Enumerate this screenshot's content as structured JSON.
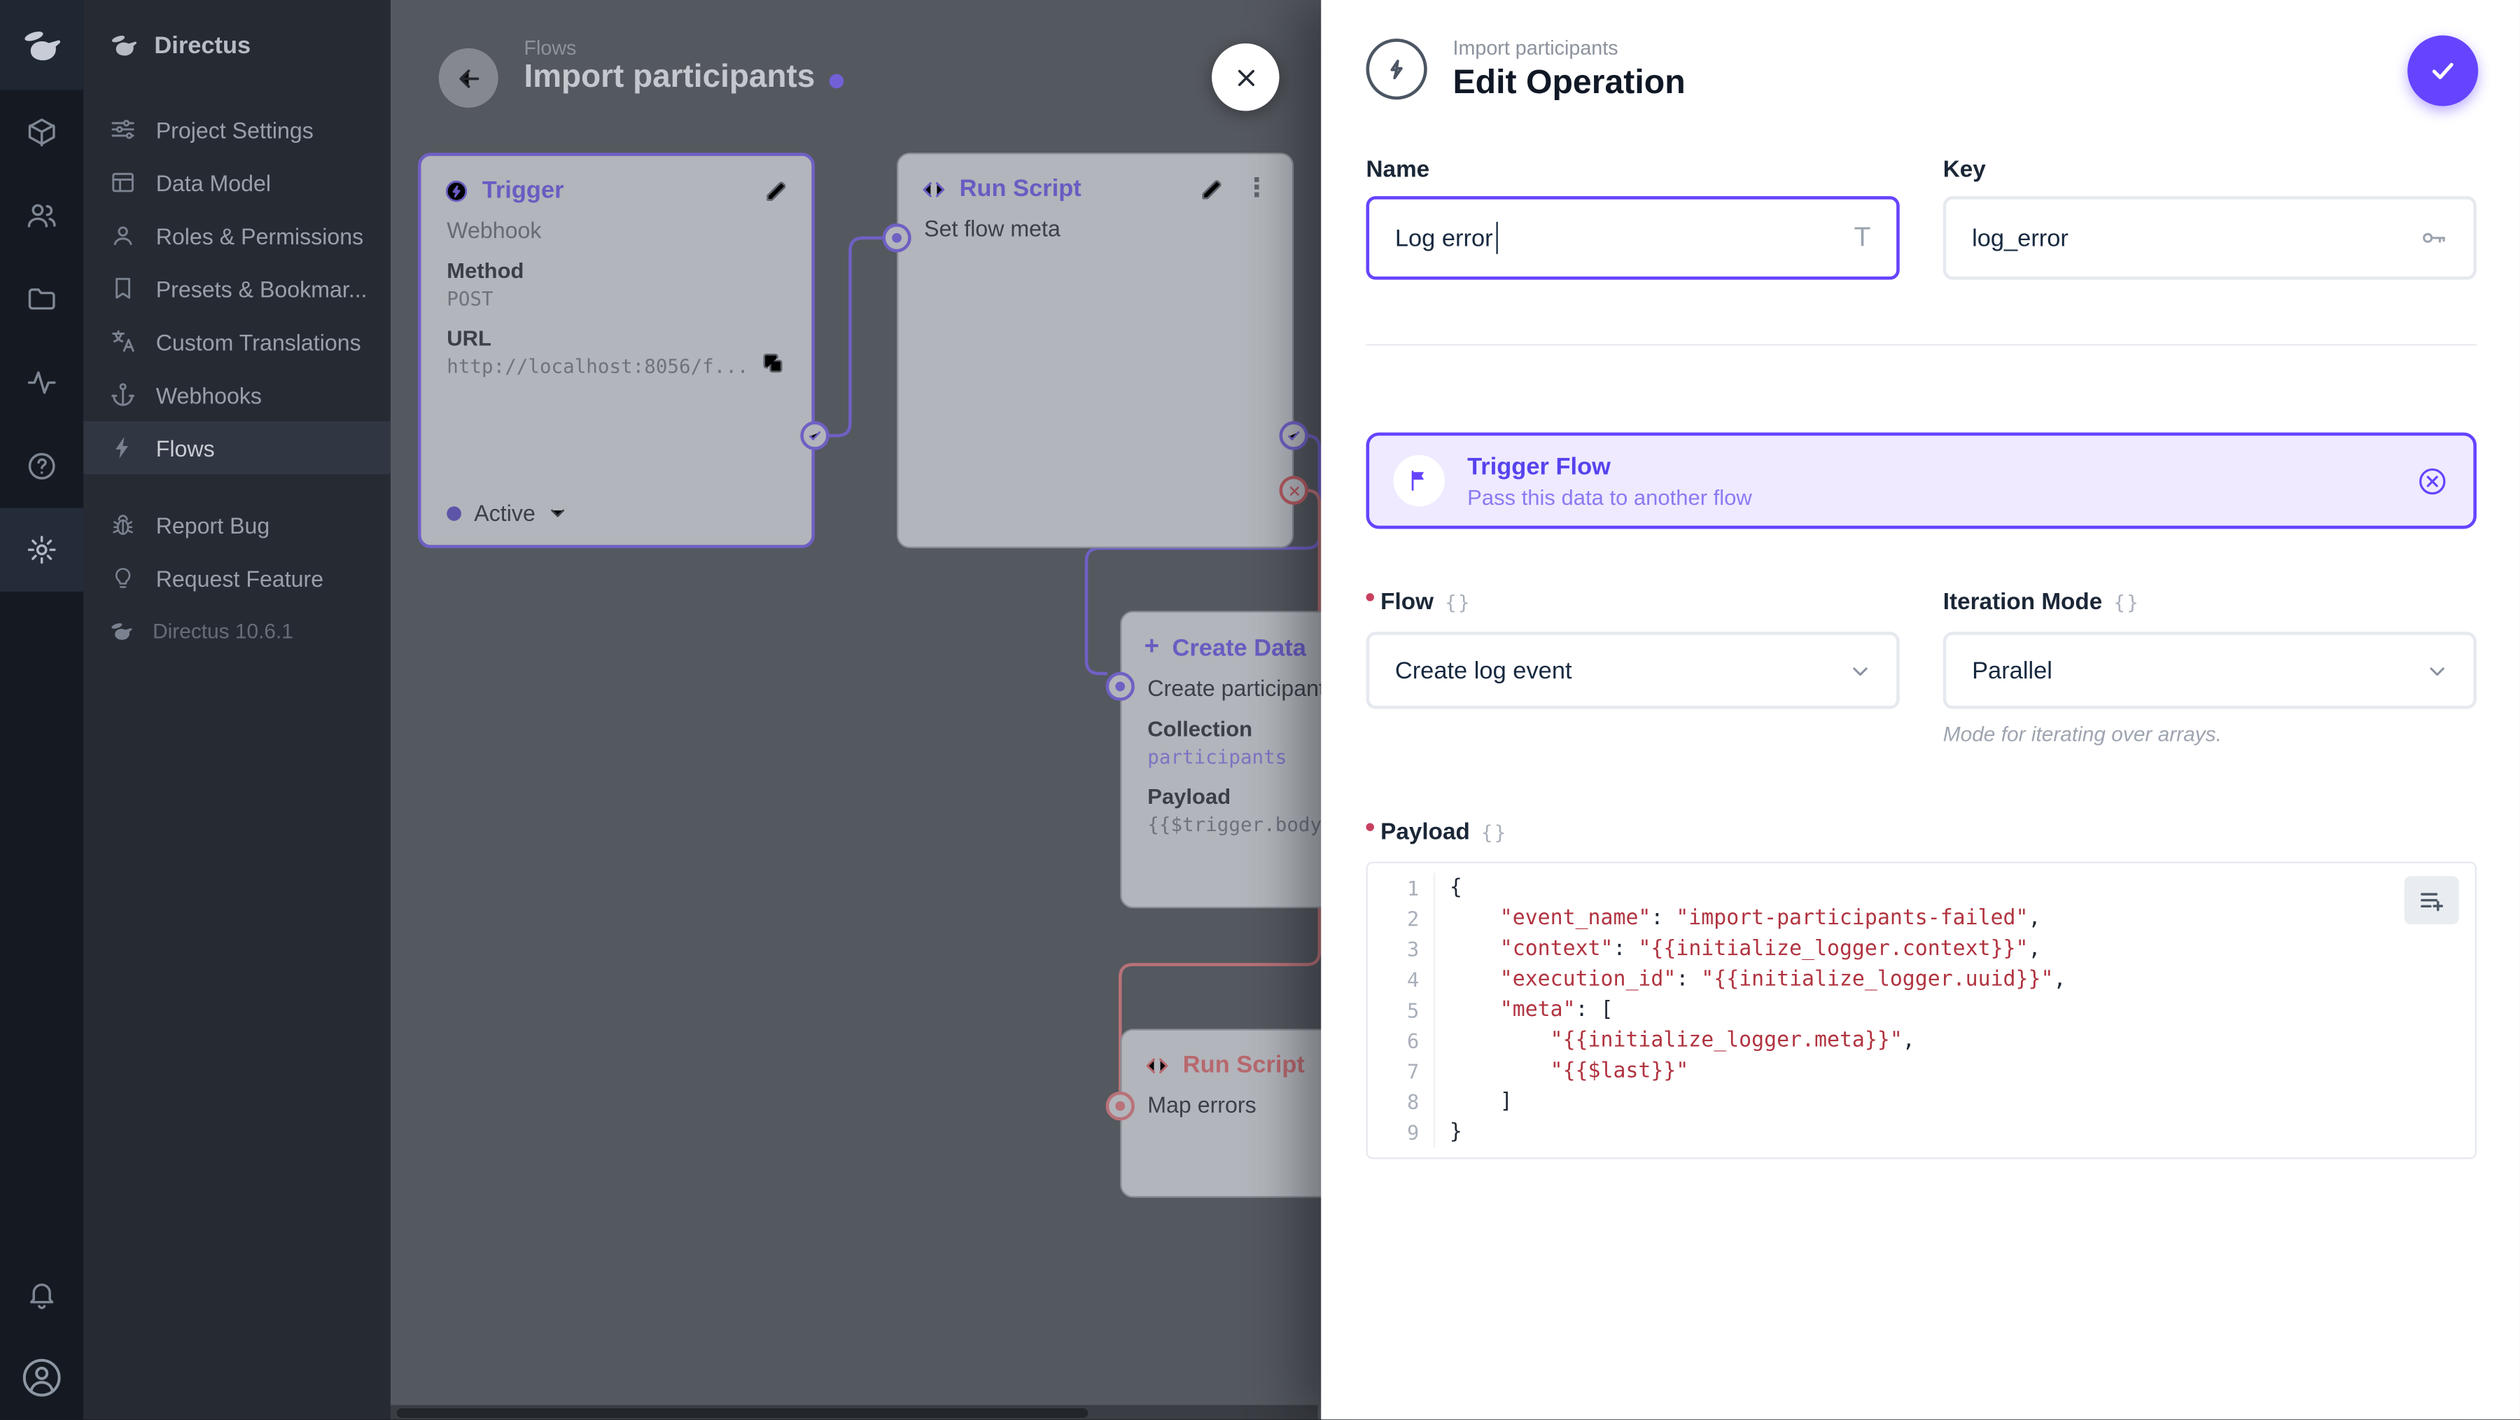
{
  "colors": {
    "primary": "#6644FF",
    "banner_bg": "#EFEAFF",
    "code_string": "#B13440",
    "canvas_dimmed": "#54585F",
    "connection_resolve": "#6F60C4",
    "connection_reject": "#B87278"
  },
  "icons": {
    "kebab": "⋮",
    "braces": "{}",
    "title_format": "T",
    "plus": "+"
  },
  "module_bar": {
    "modules": [
      "content",
      "user-directory",
      "file-library",
      "insights",
      "documentation",
      "settings"
    ]
  },
  "sidebar": {
    "project_name": "Directus",
    "items": [
      {
        "label": "Project Settings"
      },
      {
        "label": "Data Model"
      },
      {
        "label": "Roles & Permissions"
      },
      {
        "label": "Presets & Bookmar..."
      },
      {
        "label": "Custom Translations"
      },
      {
        "label": "Webhooks"
      },
      {
        "label": "Flows"
      }
    ],
    "footer_items": [
      {
        "label": "Report Bug"
      },
      {
        "label": "Request Feature"
      }
    ],
    "version": "Directus 10.6.1"
  },
  "header": {
    "breadcrumb": "Flows",
    "title": "Import participants"
  },
  "canvas": {
    "trigger_card": {
      "title": "Trigger",
      "subtitle": "Webhook",
      "method_label": "Method",
      "method_value": "POST",
      "url_label": "URL",
      "url_value": "http://localhost:8056/f...",
      "status": "Active"
    },
    "run_script_card": {
      "title": "Run Script",
      "name": "Set flow meta"
    },
    "create_data_card": {
      "title": "Create Data",
      "name": "Create participant",
      "collection_label": "Collection",
      "collection_value": "participants",
      "payload_label": "Payload",
      "payload_value": "{{$trigger.body"
    },
    "map_errors_card": {
      "title": "Run Script",
      "name": "Map errors"
    }
  },
  "drawer": {
    "breadcrumb": "Import participants",
    "title": "Edit Operation",
    "name_label": "Name",
    "name_value": "Log error",
    "key_label": "Key",
    "key_value": "log_error",
    "banner": {
      "title": "Trigger Flow",
      "subtitle": "Pass this data to another flow"
    },
    "flow_label": "Flow",
    "flow_value": "Create log event",
    "iteration_label": "Iteration Mode",
    "iteration_value": "Parallel",
    "iteration_note": "Mode for iterating over arrays.",
    "payload_label": "Payload",
    "editor": {
      "line_numbers": [
        1,
        2,
        3,
        4,
        5,
        6,
        7,
        8,
        9
      ],
      "lines": {
        "l1": {
          "a": "{"
        },
        "l2": {
          "k": "\"event_name\"",
          "c": ": ",
          "v": "\"import-participants-failed\"",
          "e": ","
        },
        "l3": {
          "k": "\"context\"",
          "c": ": ",
          "v": "\"{{initialize_logger.context}}\"",
          "e": ","
        },
        "l4": {
          "k": "\"execution_id\"",
          "c": ": ",
          "v": "\"{{initialize_logger.uuid}}\"",
          "e": ","
        },
        "l5": {
          "k": "\"meta\"",
          "c": ": ["
        },
        "l6": {
          "v": "\"{{initialize_logger.meta}}\"",
          "e": ","
        },
        "l7": {
          "v": "\"{{$last}}\""
        },
        "l8": {
          "a": "]"
        },
        "l9": {
          "a": "}"
        }
      }
    }
  }
}
